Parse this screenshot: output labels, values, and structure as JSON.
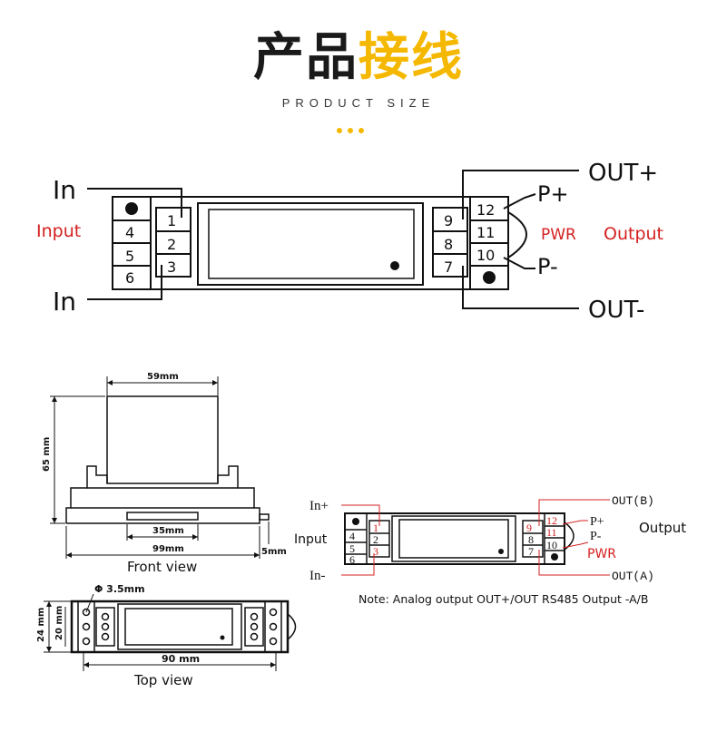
{
  "header": {
    "title_dark": "产品",
    "title_accent": "接线",
    "subtitle": "PRODUCT SIZE",
    "accent_color": "#f5b800"
  },
  "wiring_main": {
    "in_top": "In",
    "in_bottom": "In",
    "input_label": "Input",
    "left_strip": [
      "4",
      "5",
      "6"
    ],
    "left_terminals": [
      "1",
      "2",
      "3"
    ],
    "right_terminals": [
      "9",
      "8",
      "7"
    ],
    "right_strip": [
      "12",
      "11",
      "10"
    ],
    "out_plus": "OUT+",
    "out_minus": "OUT-",
    "p_plus": "P+",
    "p_minus": "P-",
    "pwr_label": "PWR",
    "output_label": "Output",
    "label_color": "#d42020"
  },
  "front_view": {
    "width_label": "59mm",
    "height_label": "65 mm",
    "rail_label": "35mm",
    "base_label": "99mm",
    "tab_label": "5mm",
    "caption": "Front view"
  },
  "top_view": {
    "hole_label": "Φ 3.5mm",
    "height_outer_label": "24 mm",
    "height_inner_label": "20 mm",
    "width_label": "90 mm",
    "caption": "Top view"
  },
  "wiring_small": {
    "in_plus": "In+",
    "in_minus": "In-",
    "input_label": "Input",
    "left_strip": [
      "4",
      "5",
      "6"
    ],
    "left_terminals": [
      "1",
      "2",
      "3"
    ],
    "right_terminals": [
      "9",
      "8",
      "7"
    ],
    "right_strip": [
      "12",
      "11",
      "10"
    ],
    "out_b": "OUT(B)",
    "out_a": "OUT(A)",
    "p_plus": "P+",
    "p_minus": "P-",
    "output_label": "Output",
    "pwr_label": "PWR",
    "note": "Note: Analog output OUT+/OUT RS485 Output -A/B"
  }
}
